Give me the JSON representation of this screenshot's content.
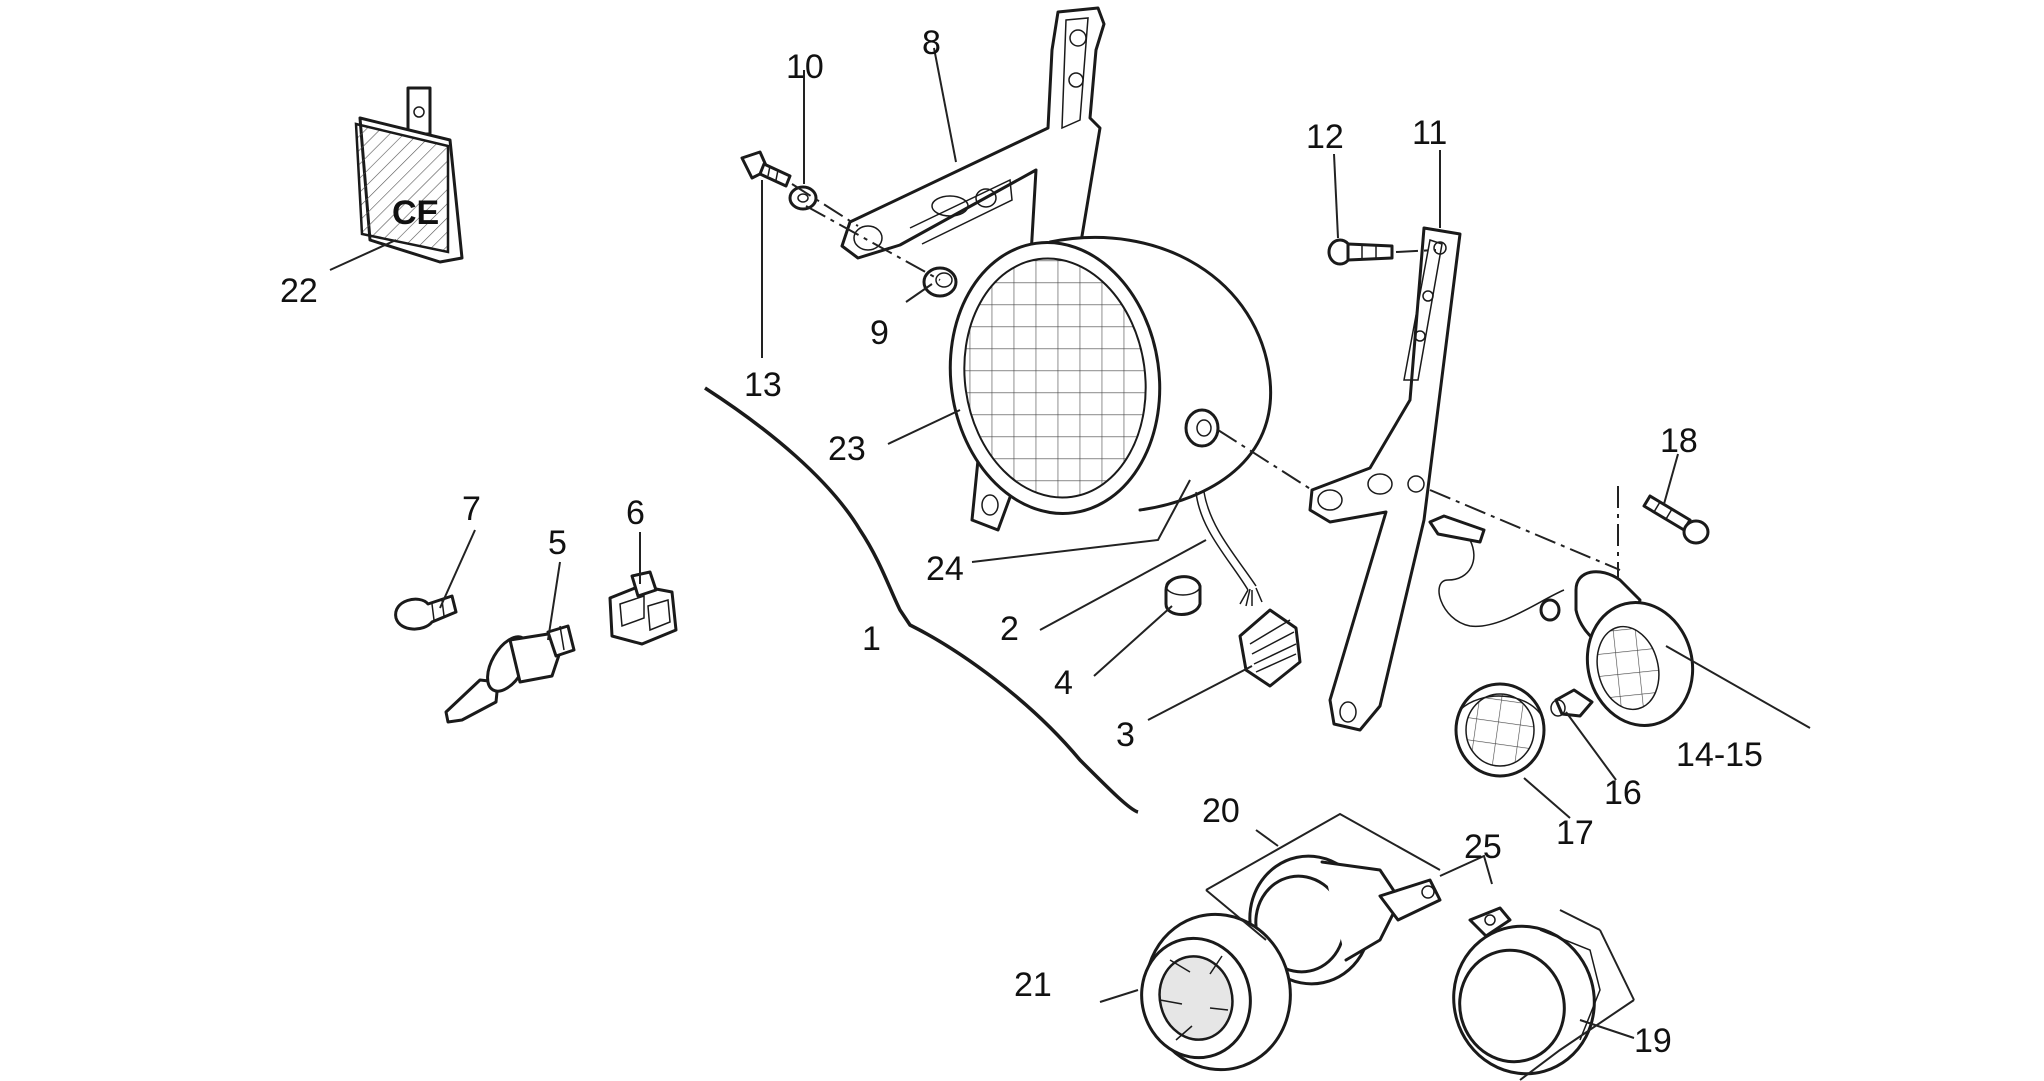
{
  "diagram": {
    "marking_text": "CE",
    "callouts": {
      "p1": "1",
      "p2": "2",
      "p3": "3",
      "p4": "4",
      "p5": "5",
      "p6": "6",
      "p7": "7",
      "p8": "8",
      "p9": "9",
      "p10": "10",
      "p11": "11",
      "p12": "12",
      "p13": "13",
      "p14_15": "14-15",
      "p16": "16",
      "p17": "17",
      "p18": "18",
      "p19": "19",
      "p20": "20",
      "p21": "21",
      "p22": "22",
      "p23": "23",
      "p24": "24",
      "p25": "25"
    }
  }
}
